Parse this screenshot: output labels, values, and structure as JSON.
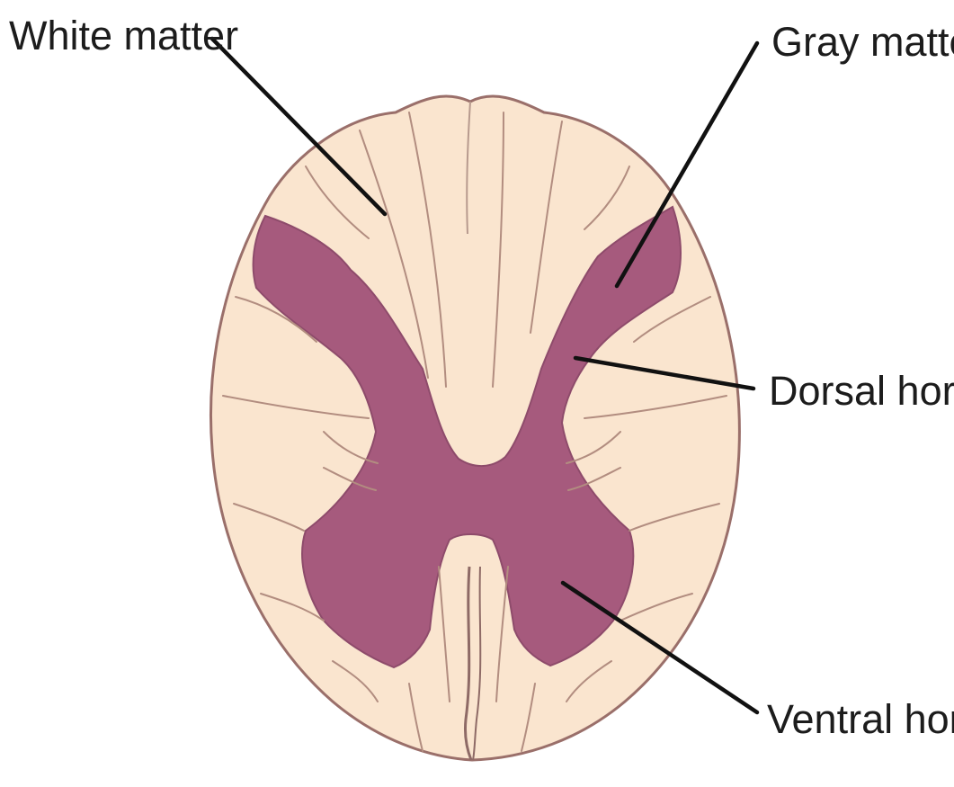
{
  "labels": {
    "white_matter": "White matter",
    "gray_matter": "Gray matter",
    "dorsal_horn": "Dorsal horn",
    "ventral_horn": "Ventral horn"
  },
  "colors": {
    "white_matter": "#fae5cf",
    "gray_matter": "#a65a7d",
    "outline": "#9a6f6a",
    "leader_line": "#111111",
    "text": "#1c1c1c",
    "background": "#ffffff"
  }
}
